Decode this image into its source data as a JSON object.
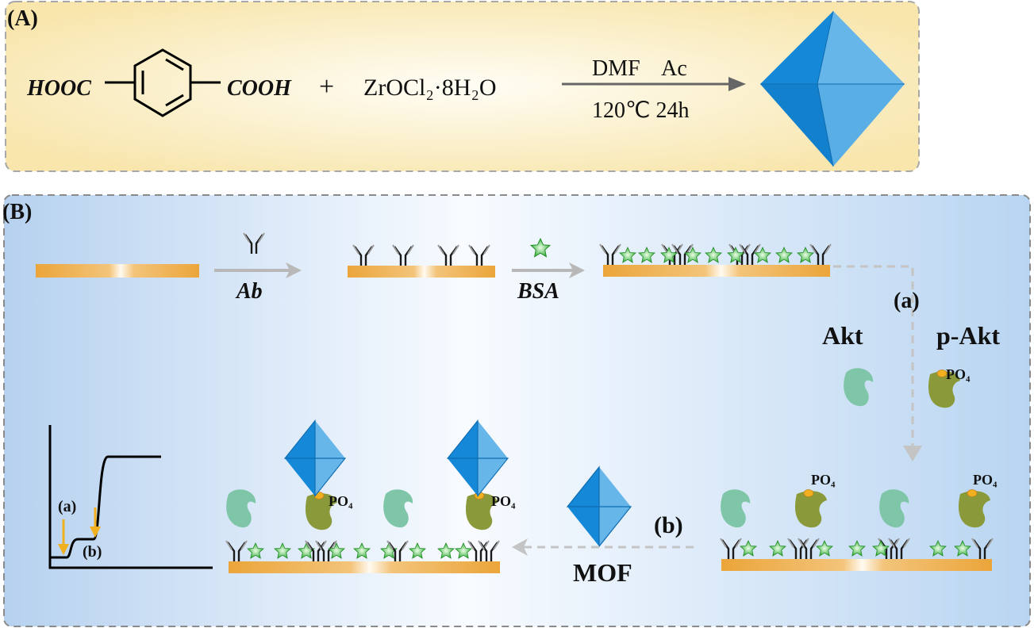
{
  "panelA": {
    "label": "(A)",
    "linker_left": "HOOC",
    "linker_right": "COOH",
    "plus": "+",
    "zr_salt": "ZrOCl₂·8H₂O",
    "cond_top": "DMF    Ac",
    "cond_bottom": "120℃ 24h"
  },
  "panelB": {
    "label": "(B)",
    "step_ab": "Ab",
    "step_bsa": "BSA",
    "branch_a": "(a)",
    "akt": "Akt",
    "pakt": "p-Akt",
    "po4": "PO₄",
    "branch_b": "(b)",
    "mof": "MOF",
    "graph_a": "(a)",
    "graph_b": "(b)"
  },
  "colors": {
    "panelA_bg": "#f8e8b0",
    "panelB_bg": "#bdd7ef",
    "electrode": "#eba53a",
    "mof_dark": "#1688d8",
    "mof_light": "#66b6ea",
    "akt": "#7fc6a8",
    "pakt": "#8a9a3a",
    "bsa": "#3fb83a",
    "marker": "#f0b020"
  }
}
